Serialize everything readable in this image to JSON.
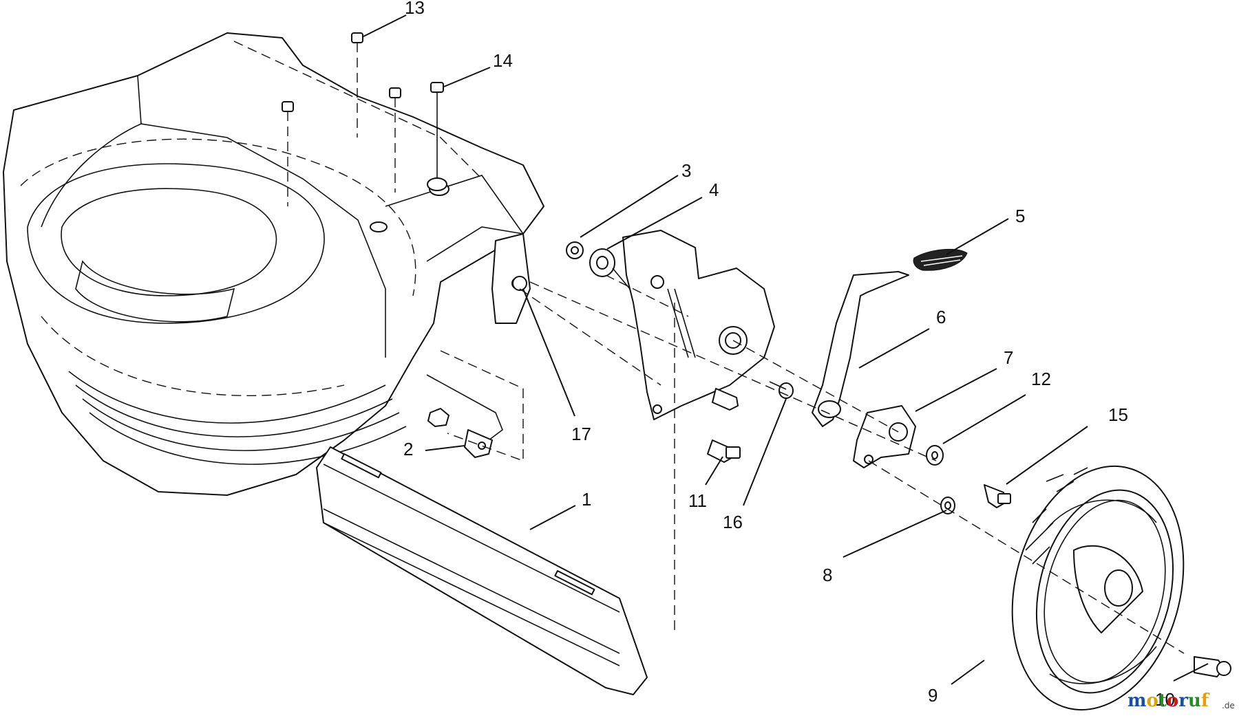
{
  "callouts": [
    {
      "id": "1",
      "label": "1"
    },
    {
      "id": "2",
      "label": "2"
    },
    {
      "id": "3",
      "label": "3"
    },
    {
      "id": "4",
      "label": "4"
    },
    {
      "id": "5",
      "label": "5"
    },
    {
      "id": "6",
      "label": "6"
    },
    {
      "id": "7",
      "label": "7"
    },
    {
      "id": "8",
      "label": "8"
    },
    {
      "id": "9",
      "label": "9"
    },
    {
      "id": "10",
      "label": "10"
    },
    {
      "id": "11",
      "label": "11"
    },
    {
      "id": "12",
      "label": "12"
    },
    {
      "id": "13",
      "label": "13"
    },
    {
      "id": "14",
      "label": "14"
    },
    {
      "id": "15",
      "label": "15"
    },
    {
      "id": "16",
      "label": "16"
    },
    {
      "id": "17",
      "label": "17"
    }
  ],
  "watermark": {
    "letters": [
      "m",
      "o",
      "t",
      "o",
      "r",
      "u",
      "f"
    ],
    "colors": [
      "#1a4fa0",
      "#e0a010",
      "#2a8a2a",
      "#c02020",
      "#1a4fa0",
      "#2a8a2a",
      "#e0a010"
    ],
    "suffix": ".de"
  }
}
